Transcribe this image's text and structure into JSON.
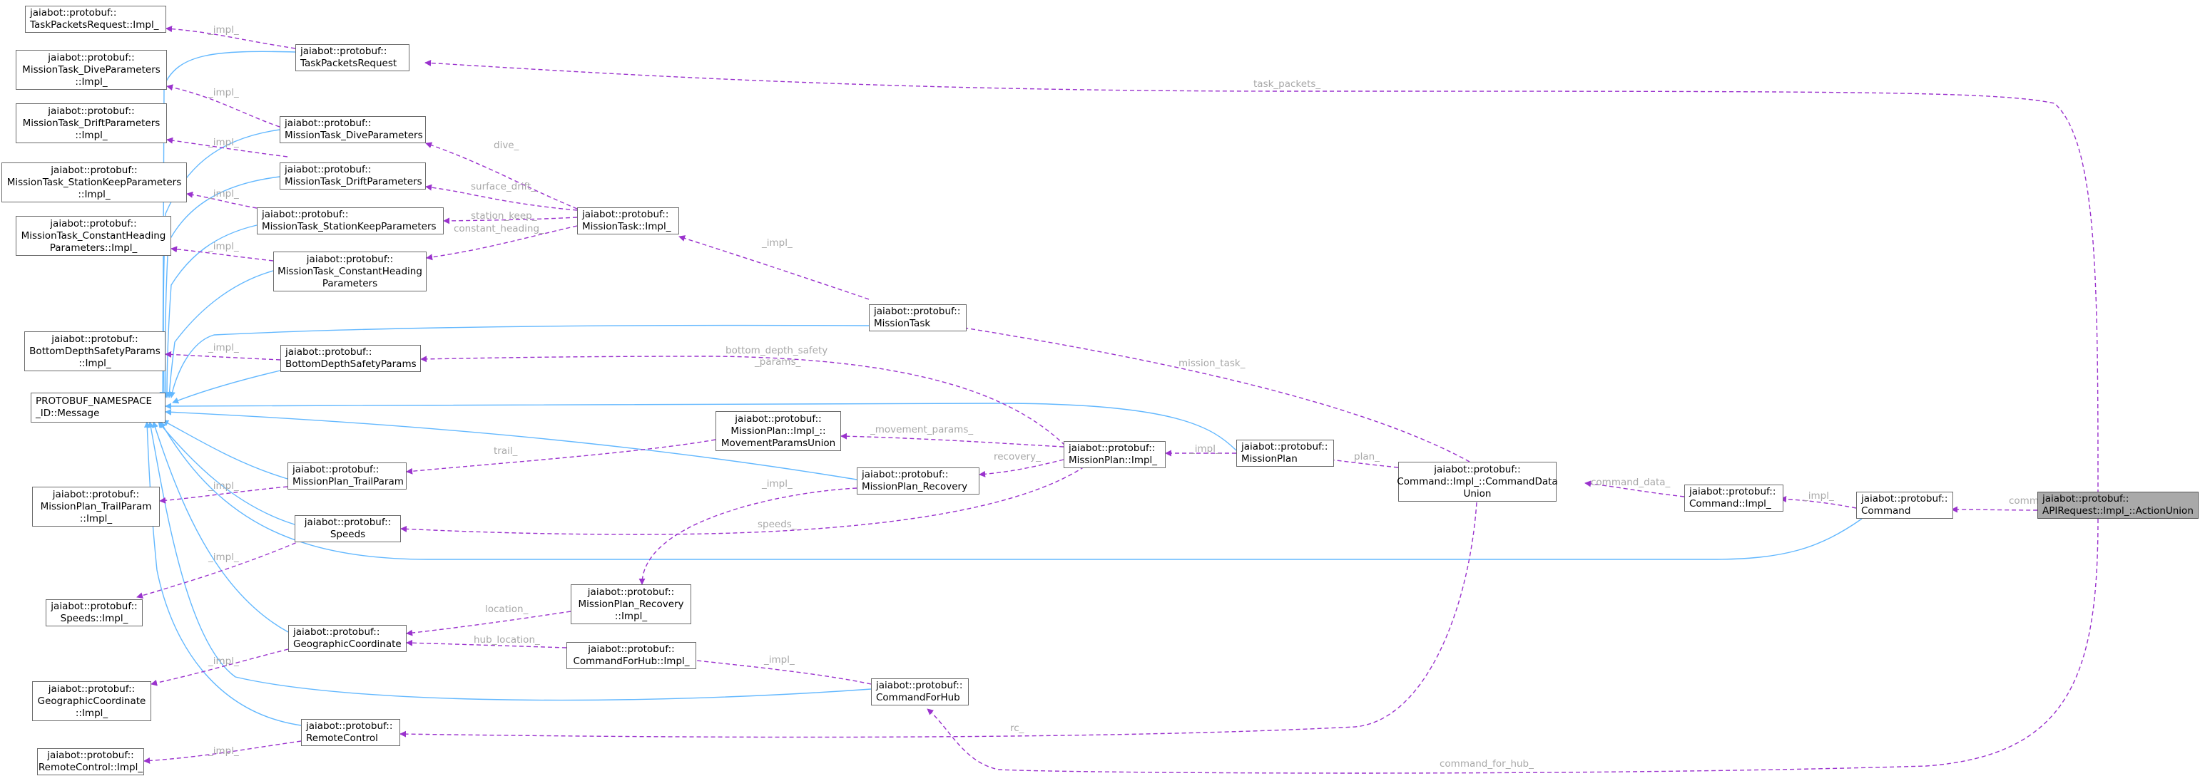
{
  "colors": {
    "inheritance_edge": "#63b8ff",
    "usage_edge": "#9a32cd",
    "root_fill": "#a9a9a9",
    "node_border": "#6b6b6b",
    "edge_label": "#a8a8a8"
  },
  "nodes": {
    "task_packets_request_impl": [
      "jaiabot::protobuf::",
      "TaskPacketsRequest::Impl_"
    ],
    "task_packets_request": [
      "jaiabot::protobuf::",
      "TaskPacketsRequest"
    ],
    "dive_params_impl": [
      "jaiabot::protobuf::",
      "MissionTask_DiveParameters",
      "::Impl_"
    ],
    "dive_params": [
      "jaiabot::protobuf::",
      "MissionTask_DiveParameters"
    ],
    "drift_params_impl": [
      "jaiabot::protobuf::",
      "MissionTask_DriftParameters",
      "::Impl_"
    ],
    "drift_params": [
      "jaiabot::protobuf::",
      "MissionTask_DriftParameters"
    ],
    "station_keep_impl": [
      "jaiabot::protobuf::",
      "MissionTask_StationKeepParameters",
      "::Impl_"
    ],
    "station_keep": [
      "jaiabot::protobuf::",
      "MissionTask_StationKeepParameters"
    ],
    "constant_heading_impl": [
      "jaiabot::protobuf::",
      "MissionTask_ConstantHeading",
      "Parameters::Impl_"
    ],
    "constant_heading": [
      "jaiabot::protobuf::",
      "MissionTask_ConstantHeading",
      "Parameters"
    ],
    "mission_task_impl": [
      "jaiabot::protobuf::",
      "MissionTask::Impl_"
    ],
    "mission_task": [
      "jaiabot::protobuf::",
      "MissionTask"
    ],
    "bottom_depth_impl": [
      "jaiabot::protobuf::",
      "BottomDepthSafetyParams",
      "::Impl_"
    ],
    "bottom_depth": [
      "jaiabot::protobuf::",
      "BottomDepthSafetyParams"
    ],
    "protobuf_message": [
      "PROTOBUF_NAMESPACE",
      "_ID::Message"
    ],
    "movement_params_union": [
      "jaiabot::protobuf::",
      "MissionPlan::Impl_::",
      "MovementParamsUnion"
    ],
    "mission_plan_impl": [
      "jaiabot::protobuf::",
      "MissionPlan::Impl_"
    ],
    "mission_plan": [
      "jaiabot::protobuf::",
      "MissionPlan"
    ],
    "command_data_union": [
      "jaiabot::protobuf::",
      "Command::Impl_::CommandData",
      "Union"
    ],
    "command_impl": [
      "jaiabot::protobuf::",
      "Command::Impl_"
    ],
    "command": [
      "jaiabot::protobuf::",
      "Command"
    ],
    "action_union": [
      "jaiabot::protobuf::",
      "APIRequest::Impl_::ActionUnion"
    ],
    "trail_param_impl": [
      "jaiabot::protobuf::",
      "MissionPlan_TrailParam",
      "::Impl_"
    ],
    "trail_param": [
      "jaiabot::protobuf::",
      "MissionPlan_TrailParam"
    ],
    "recovery": [
      "jaiabot::protobuf::",
      "MissionPlan_Recovery"
    ],
    "speeds": [
      "jaiabot::protobuf::",
      "Speeds"
    ],
    "speeds_impl": [
      "jaiabot::protobuf::",
      "Speeds::Impl_"
    ],
    "recovery_impl": [
      "jaiabot::protobuf::",
      "MissionPlan_Recovery",
      "::Impl_"
    ],
    "geo_coord": [
      "jaiabot::protobuf::",
      "GeographicCoordinate"
    ],
    "command_for_hub_impl": [
      "jaiabot::protobuf::",
      "CommandForHub::Impl_"
    ],
    "geo_coord_impl": [
      "jaiabot::protobuf::",
      "GeographicCoordinate",
      "::Impl_"
    ],
    "command_for_hub": [
      "jaiabot::protobuf::",
      "CommandForHub"
    ],
    "remote_control": [
      "jaiabot::protobuf::",
      "RemoteControl"
    ],
    "remote_control_impl": [
      "jaiabot::protobuf::",
      "RemoteControl::Impl_"
    ]
  },
  "edge_labels": {
    "impl": "_impl_",
    "task_packets": "task_packets_",
    "dive": "dive_",
    "surface_drift": "surface_drift_",
    "station_keep": "station_keep_",
    "constant_heading": "constant_heading_",
    "bottom_depth_safety_params": [
      "bottom_depth_safety",
      "_params_"
    ],
    "movement_params": "_movement_params_",
    "trail": "trail_",
    "recovery": "recovery_",
    "speeds": "speeds_",
    "mission_task": "mission_task_",
    "plan": "plan_",
    "command_data": "command_data_",
    "command": "command_",
    "location": "location_",
    "hub_location": "hub_location_",
    "rc": "rc_",
    "command_for_hub": "command_for_hub_"
  }
}
